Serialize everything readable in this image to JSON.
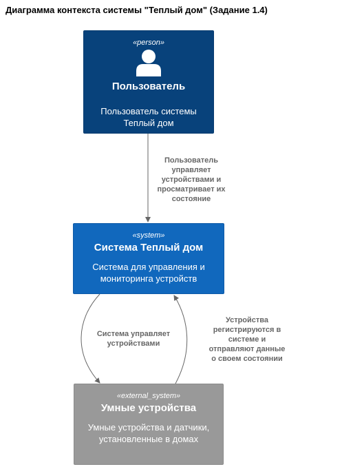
{
  "diagram": {
    "title": "Диаграмма контекста системы \"Теплый дом\" (Задание 1.4)"
  },
  "nodes": {
    "user": {
      "stereotype": "«person»",
      "name": "Пользователь",
      "description": "Пользователь системы Теплый дом",
      "icon": "person-icon",
      "color": "#08427b"
    },
    "system": {
      "stereotype": "«system»",
      "name": "Система Теплый дом",
      "description": "Система для управления и мониторинга устройств",
      "color": "#1168bd"
    },
    "devices": {
      "stereotype": "«external_system»",
      "name": "Умные устройства",
      "description": "Умные устройства и датчики, установленные в домах",
      "color": "#999999"
    }
  },
  "edges": [
    {
      "from": "user",
      "to": "system",
      "label": "Пользователь\nуправляет\nустройствами и\nпросматривает их\nсостояние"
    },
    {
      "from": "system",
      "to": "devices",
      "label": "Система управляет\nустройствами"
    },
    {
      "from": "devices",
      "to": "system",
      "label": "Устройства\nрегистрируются в\nсистеме и\nотправляют данные\nо своем состоянии"
    }
  ],
  "colors": {
    "edge": "#666666",
    "text_on_node": "#ffffff"
  }
}
